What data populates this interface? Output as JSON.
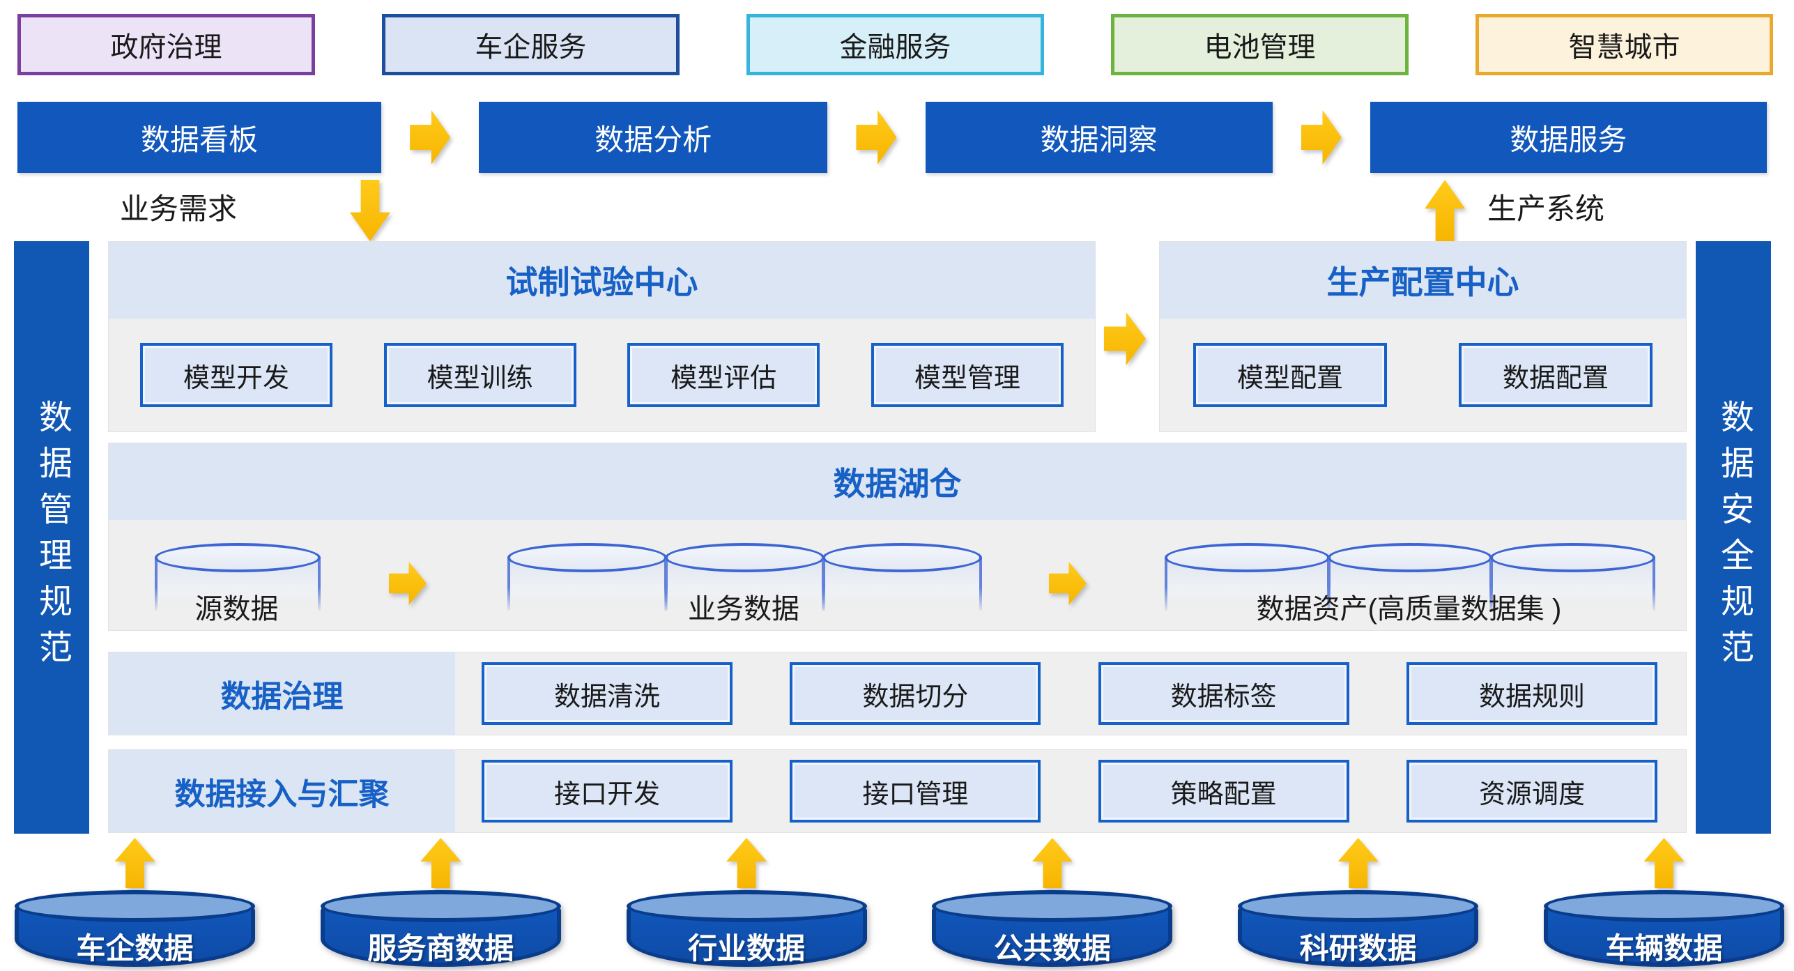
{
  "colors": {
    "primary_blue": "#1157BC",
    "sidebar_blue": "#1157B4",
    "accent_yellow": "#F9B801",
    "panel_header_blue": "#DBE5F4",
    "panel_body_gray": "#EFEFEF",
    "box_fill_blue": "#DCE6F6",
    "box_border_blue": "#1661C9",
    "title_text_blue": "#1660C6",
    "source_cylinder_border": "#0A3C8C",
    "source_cylinder_top": "#7FA9DD"
  },
  "top_categories": {
    "items": [
      {
        "label": "政府治理",
        "fill": "#ECE3F6",
        "border": "#7B3FA0"
      },
      {
        "label": "车企服务",
        "fill": "#DBE4F4",
        "border": "#1F4E9D"
      },
      {
        "label": "金融服务",
        "fill": "#D6EFF8",
        "border": "#35B5DC"
      },
      {
        "label": "电池管理",
        "fill": "#E4F0DC",
        "border": "#6CB33F"
      },
      {
        "label": "智慧城市",
        "fill": "#FDF3DC",
        "border": "#E9A92C"
      }
    ]
  },
  "flow": {
    "steps": [
      {
        "label": "数据看板"
      },
      {
        "label": "数据分析"
      },
      {
        "label": "数据洞察"
      },
      {
        "label": "数据服务"
      }
    ]
  },
  "bridge": {
    "left_label": "业务需求",
    "right_label": "生产系统"
  },
  "sidebars": {
    "left": "数据管理规范",
    "right": "数据安全规范"
  },
  "trial_center": {
    "title": "试制试验中心",
    "boxes": [
      {
        "label": "模型开发"
      },
      {
        "label": "模型训练"
      },
      {
        "label": "模型评估"
      },
      {
        "label": "模型管理"
      }
    ]
  },
  "production_center": {
    "title": "生产配置中心",
    "boxes": [
      {
        "label": "模型配置"
      },
      {
        "label": "数据配置"
      }
    ]
  },
  "lakehouse": {
    "title": "数据湖仓",
    "stores": [
      {
        "label": "源数据",
        "cylinders": 1
      },
      {
        "label": "业务数据",
        "cylinders": 3
      },
      {
        "label": "数据资产(高质量数据集 )",
        "cylinders": 3
      }
    ]
  },
  "governance": {
    "label": "数据治理",
    "boxes": [
      {
        "label": "数据清洗"
      },
      {
        "label": "数据切分"
      },
      {
        "label": "数据标签"
      },
      {
        "label": "数据规则"
      }
    ]
  },
  "ingestion": {
    "label": "数据接入与汇聚",
    "boxes": [
      {
        "label": "接口开发"
      },
      {
        "label": "接口管理"
      },
      {
        "label": "策略配置"
      },
      {
        "label": "资源调度"
      }
    ]
  },
  "data_sources": {
    "items": [
      {
        "label": "车企数据"
      },
      {
        "label": "服务商数据"
      },
      {
        "label": "行业数据"
      },
      {
        "label": "公共数据"
      },
      {
        "label": "科研数据"
      },
      {
        "label": "车辆数据"
      }
    ]
  }
}
